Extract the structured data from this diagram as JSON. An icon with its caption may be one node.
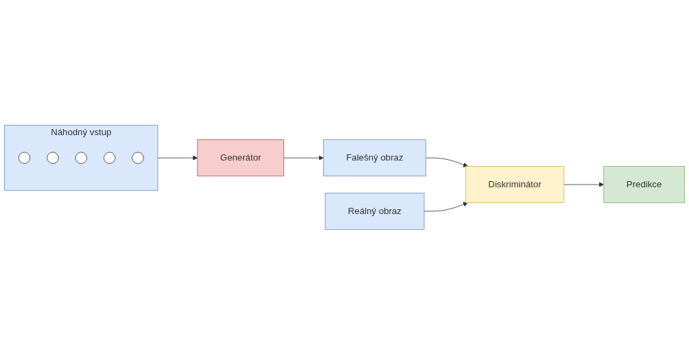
{
  "diagram": {
    "nodes": [
      {
        "text": [
          "Náhodný vstup"
        ]
      },
      {
        "text": [],
        "shape": "circle",
        "in": 0
      },
      {
        "text": [],
        "shape": "circle",
        "in": 0
      },
      {
        "text": [],
        "shape": "circle",
        "in": 0
      },
      {
        "text": [],
        "shape": "circle",
        "in": 0
      },
      {
        "text": [],
        "shape": "circle",
        "in": 0
      },
      {
        "text": [
          "Reálný obraz"
        ]
      },
      {
        "text": [
          "Diskriminátor"
        ]
      },
      {
        "text": [
          "Predikce"
        ]
      },
      {
        "text": [
          "Generátor"
        ]
      },
      {
        "text": [
          "Falešný obraz"
        ]
      }
    ],
    "edges": [
      {
        "from": 0,
        "to": 9,
        "arrow": "to"
      },
      {
        "from": 9,
        "to": 10,
        "arrow": "to"
      },
      {
        "from": 10,
        "to": 7,
        "arrow": "to"
      },
      {
        "from": 6,
        "to": 7,
        "arrow": "to"
      },
      {
        "from": 7,
        "to": 8,
        "arrow": "to"
      }
    ]
  }
}
